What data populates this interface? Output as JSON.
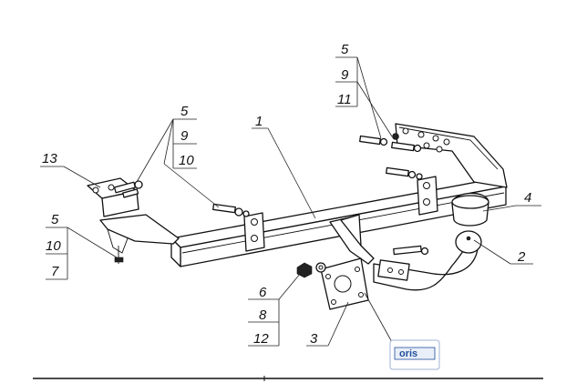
{
  "callouts": {
    "c1": "1",
    "c2": "2",
    "c3": "3",
    "c4": "4",
    "top_right_stack": [
      "5",
      "9",
      "11"
    ],
    "mid_left_stack": [
      "5",
      "9",
      "10"
    ],
    "left_stack": [
      "5",
      "10",
      "7"
    ],
    "bottom_stack": [
      "6",
      "8",
      "12"
    ],
    "c13": "13"
  },
  "logo": {
    "text": "oris",
    "color": "#1f4e9c"
  }
}
